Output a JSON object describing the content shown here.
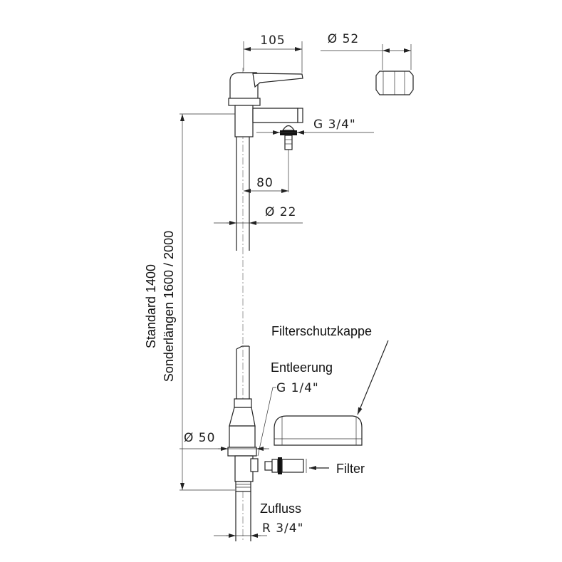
{
  "dimensions": {
    "width_105": "105",
    "cap_diameter": "Ø 52",
    "outlet_thread": "G 3/4\"",
    "offset_80": "80",
    "pipe_diameter": "Ø 22",
    "base_diameter": "Ø 50",
    "length_standard": "Standard 1400",
    "length_special": "Sonderlängen 1600 / 2000",
    "drain_thread": "G 1/4\"",
    "inlet_thread": "R 3/4\""
  },
  "labels": {
    "filter_cap": "Filterschutzkappe",
    "drain": "Entleerung",
    "filter": "Filter",
    "inflow": "Zufluss"
  }
}
